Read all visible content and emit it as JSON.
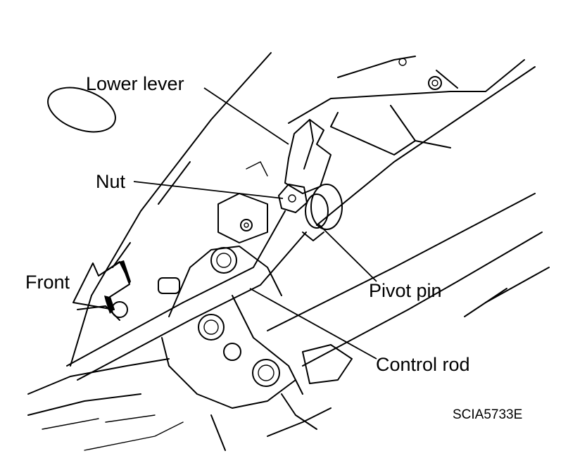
{
  "labels": {
    "lower_lever": "Lower lever",
    "nut": "Nut",
    "front": "Front",
    "pivot_pin": "Pivot pin",
    "control_rod": "Control rod",
    "figure_code": "SCIA5733E"
  },
  "colors": {
    "line": "#000000",
    "background": "#ffffff"
  }
}
